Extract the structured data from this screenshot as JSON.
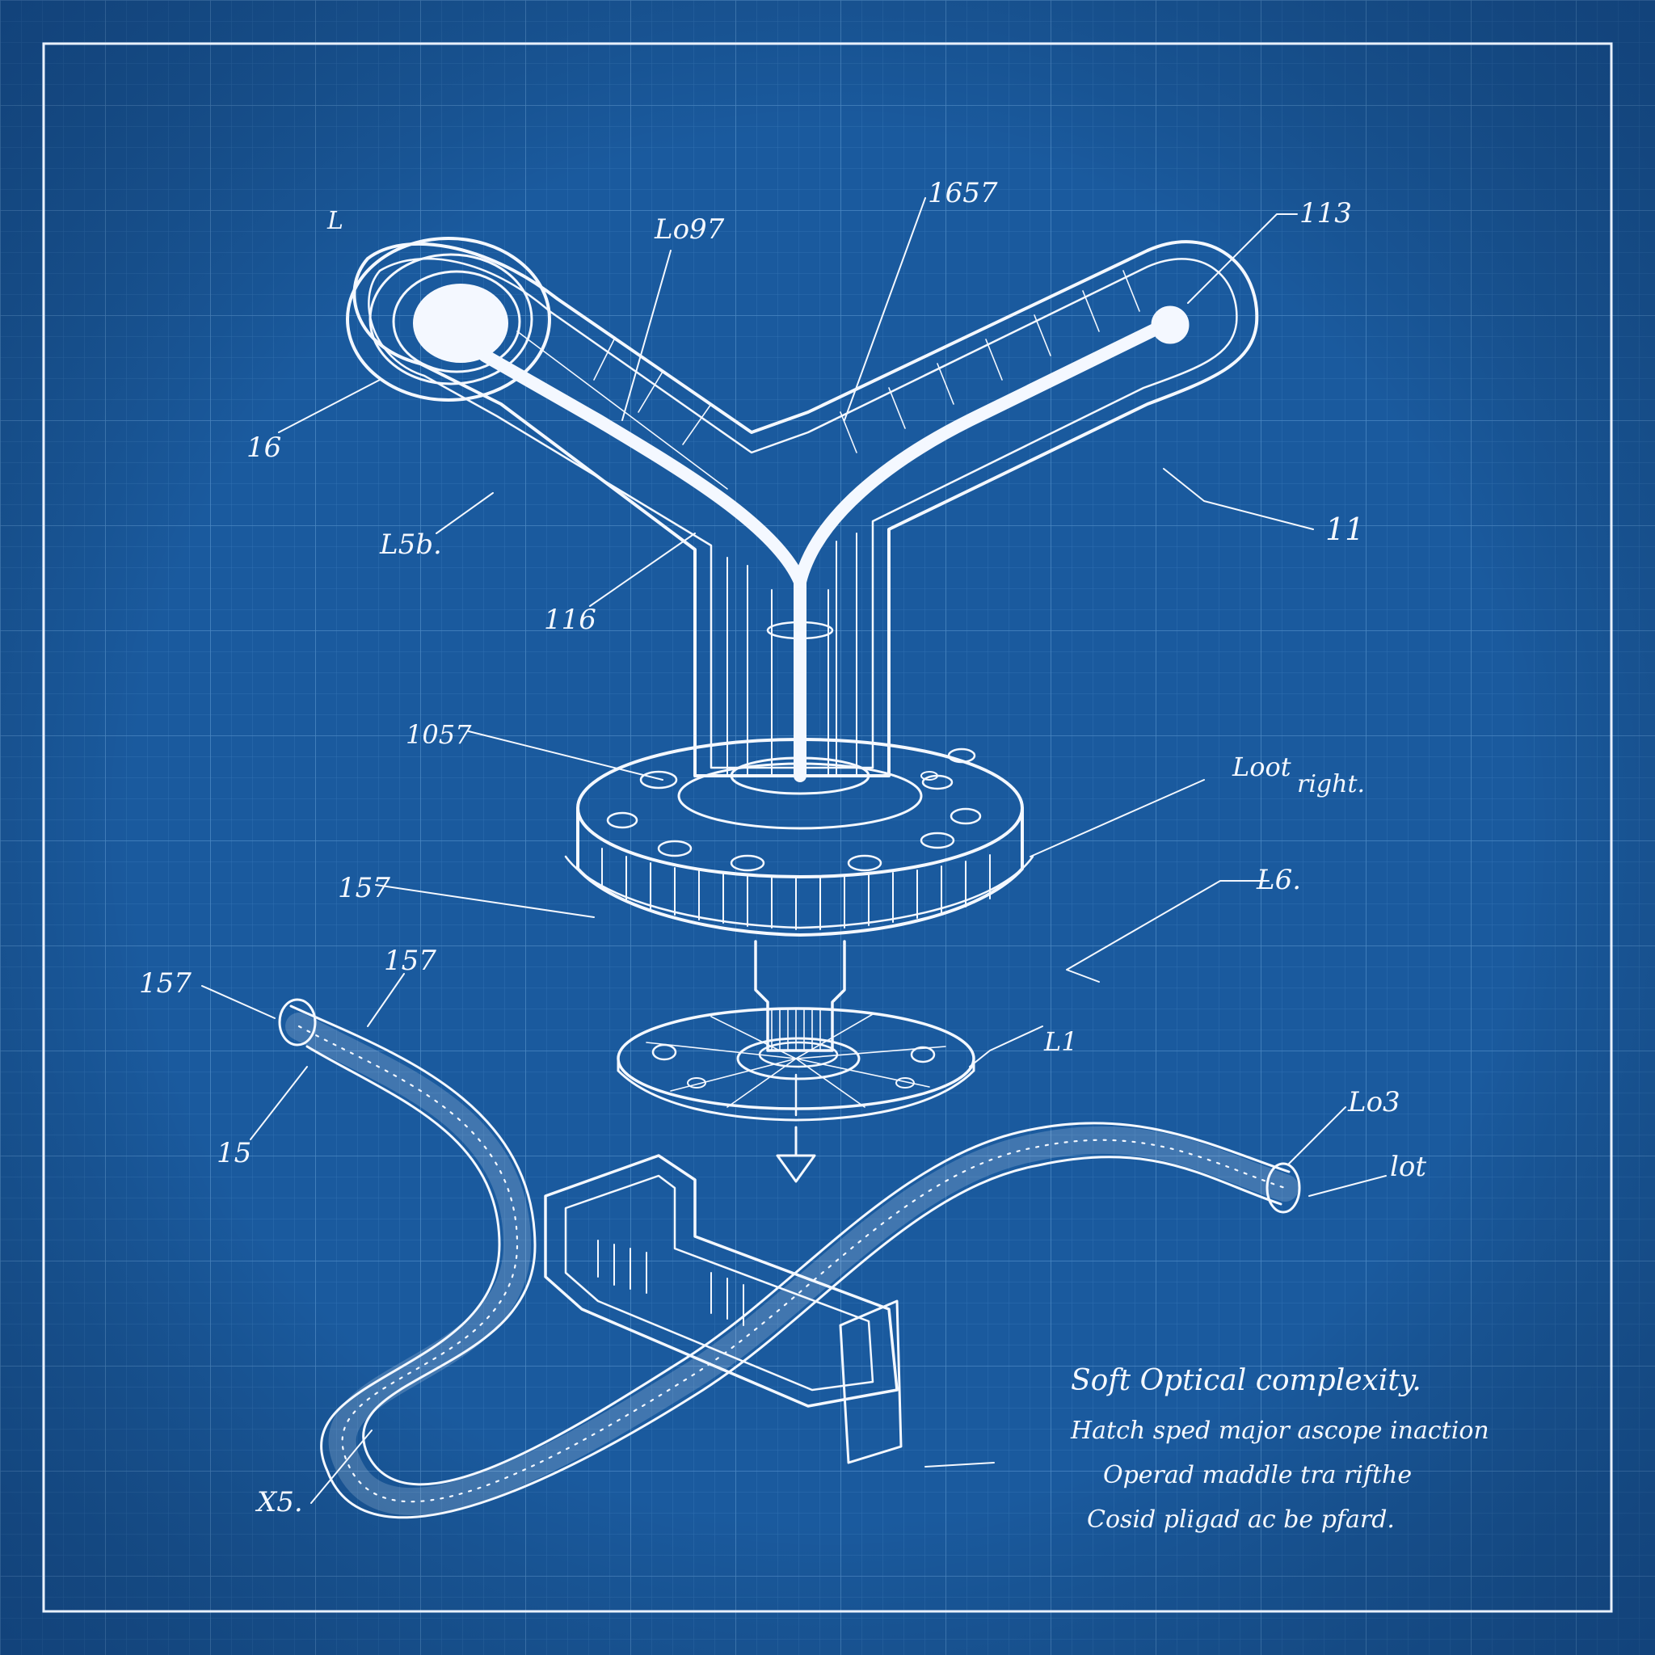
{
  "colors": {
    "paper": "#1a5a9e",
    "paper_edge": "#0f4584",
    "ink": "#f4f8ff",
    "grid_minor": "#2f6fb0",
    "grid_major": "#4a86c2"
  },
  "labels": {
    "top_left_mark": "L",
    "tube_top": "1657",
    "tube_left_top": "Lo97",
    "tube_right_top": "113",
    "left_ring": "16",
    "left_body": "L5b.",
    "center_stem": "116",
    "right_arm": "11",
    "flange_top": "1057",
    "flange_right_a": "Loot",
    "flange_right_b": "right.",
    "flange_left": "157",
    "shaft_right": "L6.",
    "hose_left": "157",
    "hose_top": "157",
    "hose_bottom_left": "15",
    "disc_right": "L1",
    "hose_right_top": "Lo3",
    "hose_right_end": "lot",
    "hose_bottom": "X5."
  },
  "notes": [
    "Soft Optical complexity.",
    "Hatch sped major ascope inaction",
    "Operad maddle tra rifthe",
    "Cosid pligad ac be pfard."
  ]
}
